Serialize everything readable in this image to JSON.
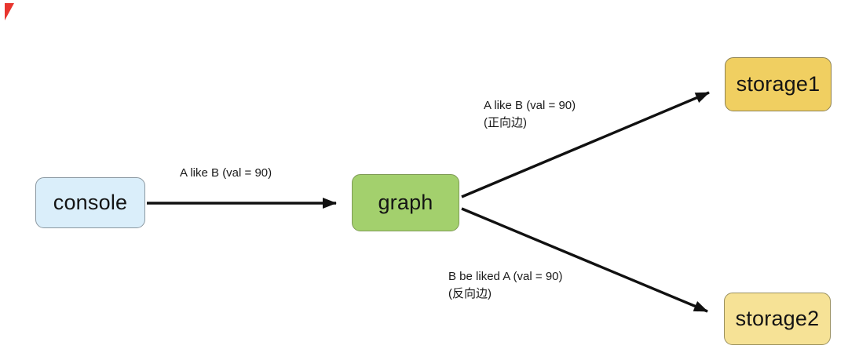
{
  "diagram": {
    "title": "graph edge flow diagram",
    "background_color": "#ffffff",
    "arrow_color": "#111111",
    "corner_marker_color": "#e8352e",
    "nodes": [
      {
        "id": "console",
        "label": "console",
        "fill": "#daeefa",
        "border": "#8a97a0"
      },
      {
        "id": "graph",
        "label": "graph",
        "fill": "#a3d06d",
        "border": "#7e9a55"
      },
      {
        "id": "storage1",
        "label": "storage1",
        "fill": "#f0cf61",
        "border": "#8d8050"
      },
      {
        "id": "storage2",
        "label": "storage2",
        "fill": "#f6e296",
        "border": "#9a905f"
      }
    ],
    "edges": [
      {
        "from": "console",
        "to": "graph",
        "label": "A like B (val = 90)",
        "sublabel": ""
      },
      {
        "from": "graph",
        "to": "storage1",
        "label": "A like B (val = 90)",
        "sublabel": "(正向边)"
      },
      {
        "from": "graph",
        "to": "storage2",
        "label": "B be liked A (val = 90)",
        "sublabel": "(反向边)"
      }
    ]
  }
}
